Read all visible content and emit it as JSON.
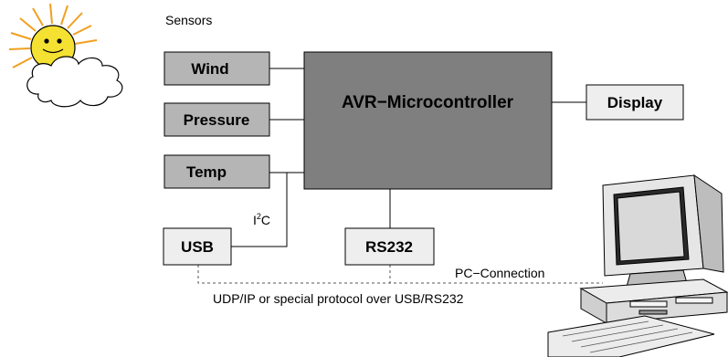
{
  "heading": "Sensors",
  "blocks": {
    "wind": "Wind",
    "pressure": "Pressure",
    "temp": "Temp",
    "mcu": "AVR−Microcontroller",
    "display": "Display",
    "usb": "USB",
    "rs232": "RS232"
  },
  "labels": {
    "i2c_main": "I",
    "i2c_sup": "2",
    "i2c_end": "C",
    "pc_connection": "PC−Connection",
    "protocol": "UDP/IP or special protocol over USB/RS232"
  },
  "icons": [
    "sun-icon",
    "cloud-icon",
    "computer-icon"
  ],
  "colors": {
    "sensor_fill": "#b5b5b5",
    "mcu_fill": "#7f7f7f",
    "box_fill": "#eeeeee",
    "sun": "#f5e132",
    "sun_rays": "#f0a020"
  }
}
